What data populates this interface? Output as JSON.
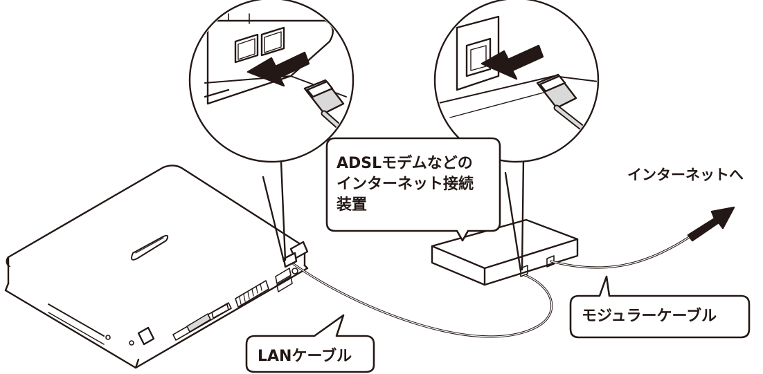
{
  "callouts": {
    "modem_device": [
      "ADSLモデムなどの",
      "インターネット接続",
      "装置"
    ],
    "internet": "インターネットへ",
    "modular_cable": "モジュラーケーブル",
    "lan_cable": "LANケーブル"
  },
  "colors": {
    "line": "#231815",
    "fill": "#ffffff",
    "shade": "#d9d9d9"
  }
}
